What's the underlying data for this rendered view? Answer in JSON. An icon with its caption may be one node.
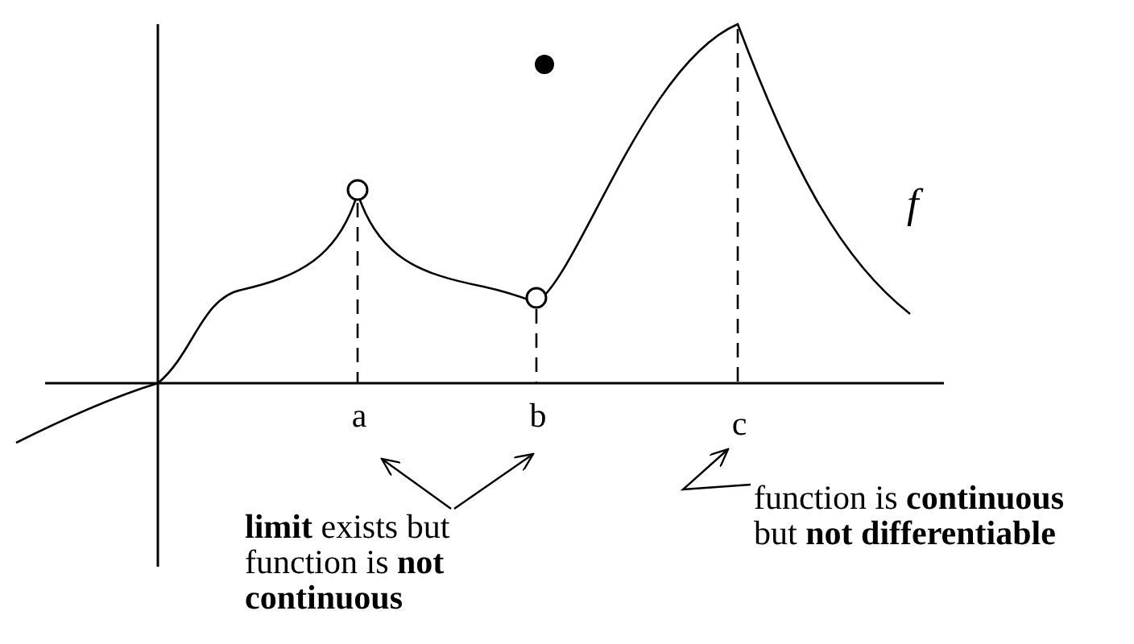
{
  "diagram": {
    "nodes": [
      {
        "text": [
          "a"
        ]
      },
      {
        "text": [
          "b"
        ]
      },
      {
        "text": [
          "c"
        ]
      },
      {
        "text": [
          "**limit** exists but function is **not continuous**"
        ]
      },
      {
        "text": [
          "function is **continuous** but **not differentiable**"
        ]
      }
    ],
    "edges": [
      {
        "from": 3,
        "to": 0,
        "arrow": "to"
      },
      {
        "from": 3,
        "to": 1,
        "arrow": "to"
      },
      {
        "from": 4,
        "to": 2,
        "arrow": "to"
      }
    ],
    "labels": [
      "f"
    ]
  }
}
